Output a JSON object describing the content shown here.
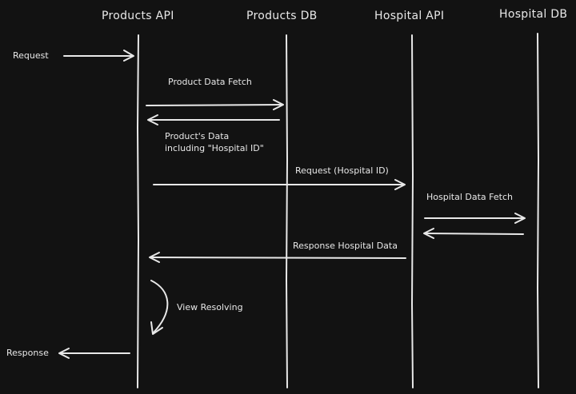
{
  "participants": {
    "products_api": "Products API",
    "products_db": "Products DB",
    "hospital_api": "Hospital API",
    "hospital_db": "Hospital DB"
  },
  "messages": {
    "request": "Request",
    "product_data_fetch": "Product Data Fetch",
    "products_data_line1": "Product's Data",
    "products_data_line2": "including \"Hospital ID\"",
    "request_hospital_id": "Request (Hospital ID)",
    "hospital_data_fetch": "Hospital Data Fetch",
    "response_hospital_data": "Response Hospital Data",
    "view_resolving": "View Resolving",
    "response": "Response"
  },
  "colors": {
    "background": "#121212",
    "stroke": "#e8e8e8"
  }
}
